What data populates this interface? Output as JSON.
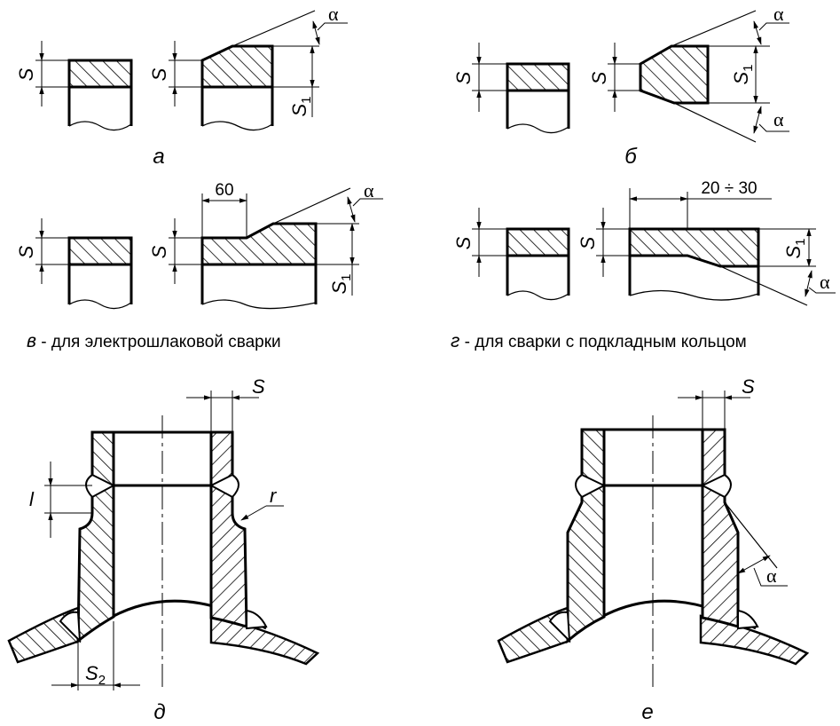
{
  "labels": {
    "S": "S",
    "S1_base": "S",
    "S1_sub": "1",
    "S2_base": "S",
    "S2_sub": "2",
    "alpha": "α",
    "l": "l",
    "r": "r",
    "dim_60": "60",
    "dim_20_30": "20 ÷ 30"
  },
  "panels": {
    "a": "а",
    "b": "б",
    "v_letter": "в",
    "v_text": " - для электрошлаковой сварки",
    "g_letter": "г",
    "g_text": " - для сварки с подкладным кольцом",
    "d": "д",
    "e": "е"
  }
}
